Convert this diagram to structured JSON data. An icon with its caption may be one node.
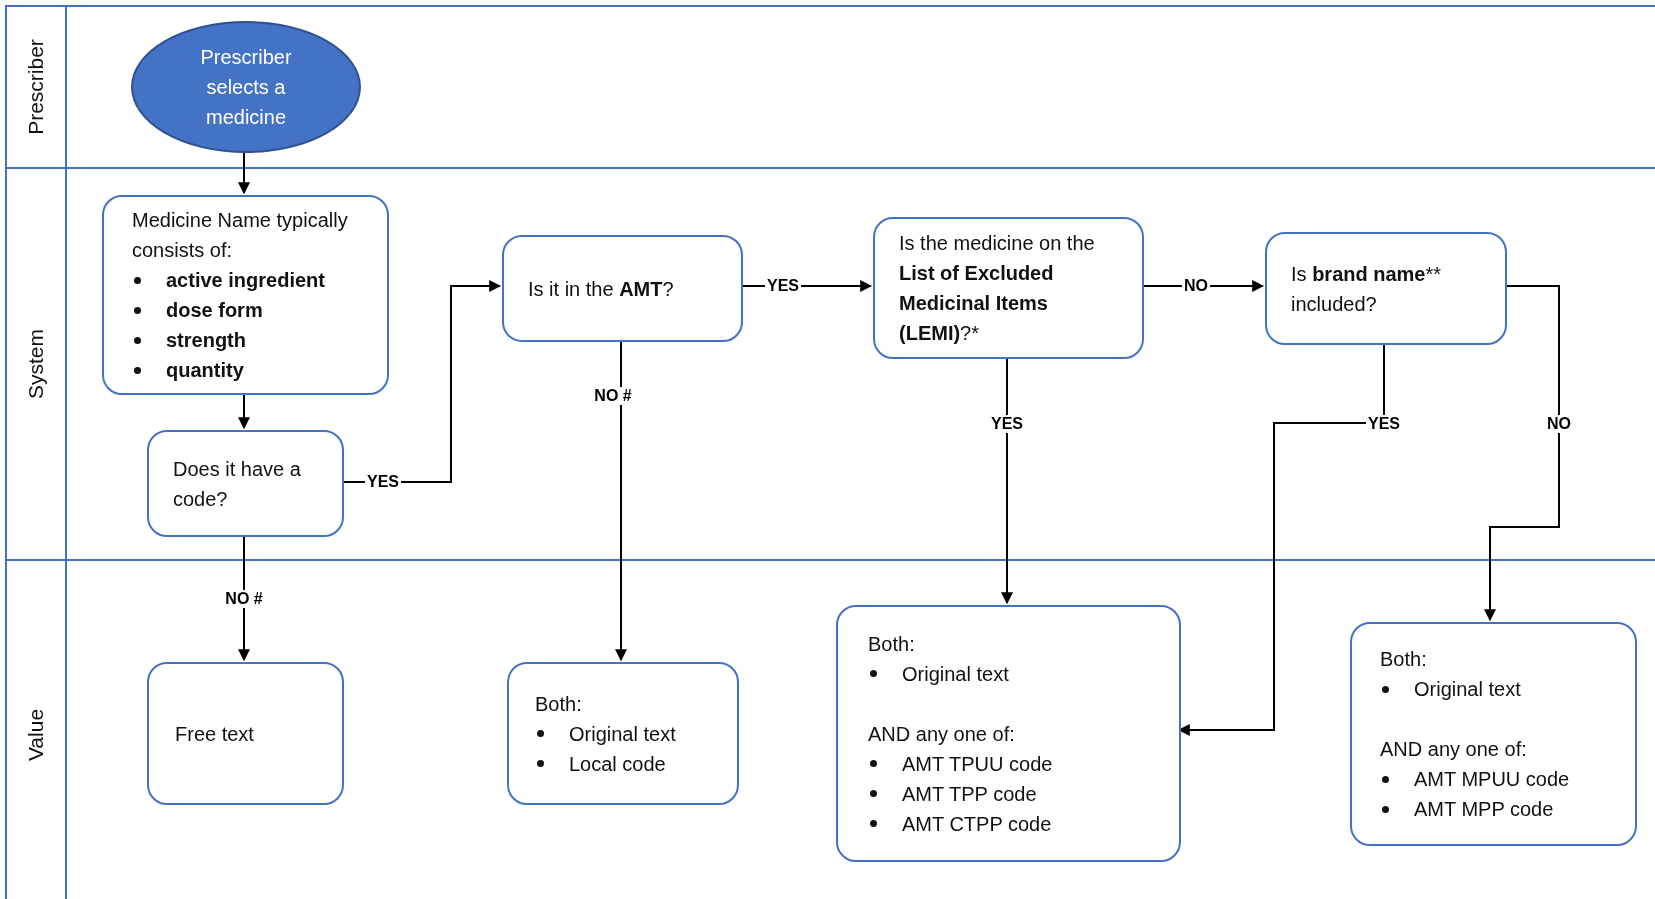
{
  "diagram": {
    "nodes": [
      {
        "text": [
          "Prescriber"
        ]
      },
      {
        "text": [
          "System"
        ]
      },
      {
        "text": [
          "Value"
        ]
      },
      {
        "text": [
          "Prescriber selects a medicine"
        ],
        "in": 0
      },
      {
        "text": [
          "Medicine Name typically consists of:",
          "active ingredient",
          "dose form",
          "strength",
          "quantity"
        ],
        "in": 1
      },
      {
        "text": [
          "Does it have a code?"
        ],
        "in": 1
      },
      {
        "text": [
          "Is it in the **AMT**?"
        ],
        "in": 1
      },
      {
        "text": [
          "Is the medicine on the **List of Excluded Medicinal Items (LEMI)**?*"
        ],
        "in": 1
      },
      {
        "text": [
          "Is **brand name**** included?"
        ],
        "in": 1
      },
      {
        "text": [
          "Free text"
        ],
        "in": 2
      },
      {
        "text": [
          "Both:",
          "Original text",
          "Local code"
        ],
        "in": 2
      },
      {
        "text": [
          "Both:",
          "Original text",
          "AND any one of:",
          "AMT TPUU code",
          "AMT TPP code",
          "AMT CTPP code"
        ],
        "in": 2
      },
      {
        "text": [
          "Both:",
          "Original text",
          "AND any one of:",
          "AMT MPUU code",
          "AMT MPP code"
        ],
        "in": 2
      }
    ],
    "edges": [
      {
        "from": 3,
        "to": 4,
        "arrow": "to"
      },
      {
        "from": 4,
        "to": 5,
        "arrow": "to"
      },
      {
        "from": 5,
        "to": 6,
        "arrow": "to",
        "label": "YES"
      },
      {
        "from": 5,
        "to": 9,
        "arrow": "to",
        "label": "NO #"
      },
      {
        "from": 6,
        "to": 10,
        "arrow": "to",
        "label": "NO #"
      },
      {
        "from": 6,
        "to": 7,
        "arrow": "to",
        "label": "YES"
      },
      {
        "from": 7,
        "to": 8,
        "arrow": "to",
        "label": "NO"
      },
      {
        "from": 7,
        "to": 11,
        "arrow": "to",
        "label": "YES"
      },
      {
        "from": 8,
        "to": 11,
        "arrow": "to",
        "label": "YES"
      },
      {
        "from": 8,
        "to": 12,
        "arrow": "to",
        "label": "NO"
      }
    ]
  }
}
